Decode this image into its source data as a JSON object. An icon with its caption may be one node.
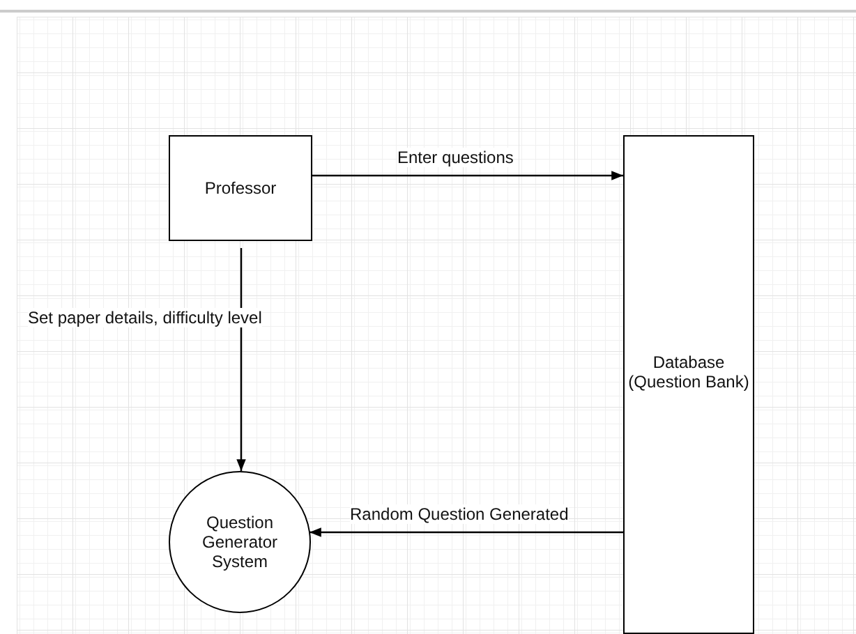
{
  "diagram": {
    "nodes": [
      {
        "text": [
          "Professor"
        ]
      },
      {
        "text": [
          "Database (Question Bank)"
        ]
      },
      {
        "text": [
          "Question Generator System"
        ]
      }
    ],
    "edges": [
      {
        "from": 0,
        "to": 1,
        "arrow": "to",
        "label": "Enter questions"
      },
      {
        "from": 0,
        "to": 2,
        "arrow": "to",
        "label": "Set paper details, difficulty level"
      },
      {
        "from": 1,
        "to": 2,
        "arrow": "to",
        "label": "Random Question Generated"
      }
    ]
  }
}
